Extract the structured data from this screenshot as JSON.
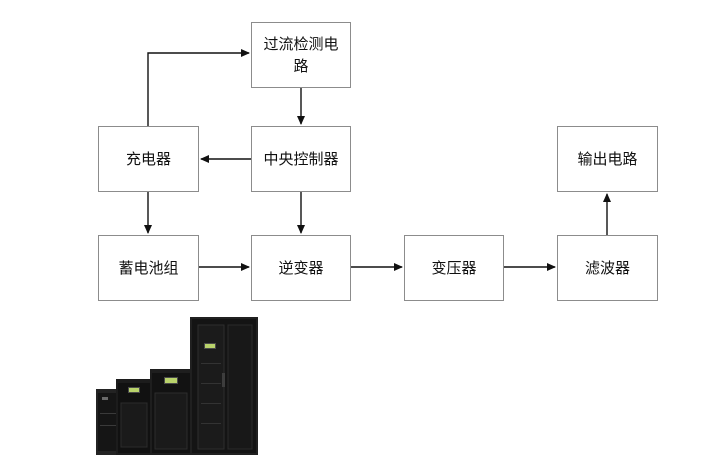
{
  "diagram": {
    "nodes": {
      "overcurrent": "过流检测电路",
      "charger": "充电器",
      "controller": "中央控制器",
      "battery": "蓄电池组",
      "inverter": "逆变器",
      "transformer": "变压器",
      "filter": "滤波器",
      "output": "输出电路"
    },
    "edges": [
      {
        "from": "charger",
        "to": "overcurrent"
      },
      {
        "from": "overcurrent",
        "to": "controller"
      },
      {
        "from": "controller",
        "to": "charger"
      },
      {
        "from": "controller",
        "to": "inverter"
      },
      {
        "from": "charger",
        "to": "battery"
      },
      {
        "from": "battery",
        "to": "inverter"
      },
      {
        "from": "inverter",
        "to": "transformer"
      },
      {
        "from": "transformer",
        "to": "filter"
      },
      {
        "from": "filter",
        "to": "output"
      }
    ],
    "colors": {
      "box_border": "#8c8c8c",
      "arrow": "#111111",
      "cabinet": "#1a1a1a"
    }
  }
}
